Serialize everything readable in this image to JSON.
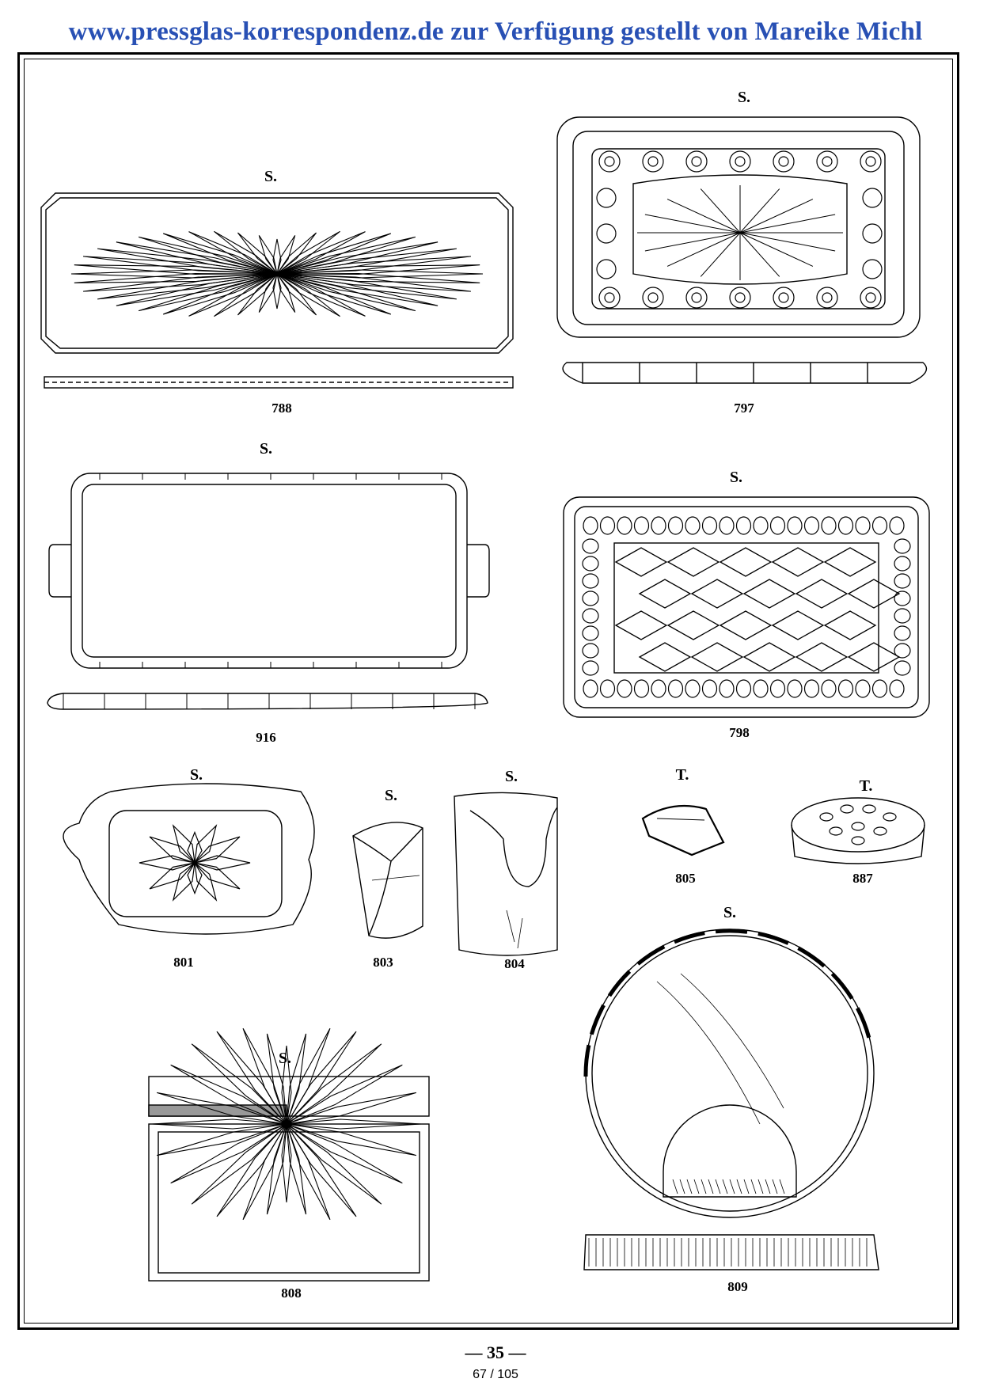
{
  "header": {
    "url_line": "www.pressglas-korrespondenz.de zur Verfügung gestellt von Mareike Michl"
  },
  "items": [
    {
      "number": "788",
      "mark": "S."
    },
    {
      "number": "797",
      "mark": "S."
    },
    {
      "number": "916",
      "mark": "S."
    },
    {
      "number": "798",
      "mark": "S."
    },
    {
      "number": "801",
      "mark": "S."
    },
    {
      "number": "803",
      "mark": "S."
    },
    {
      "number": "804",
      "mark": "S."
    },
    {
      "number": "805",
      "mark": "T."
    },
    {
      "number": "887",
      "mark": "T."
    },
    {
      "number": "808",
      "mark": "S."
    },
    {
      "number": "809",
      "mark": "S."
    }
  ],
  "footer": {
    "page_number": "— 35 —",
    "page_count": "67 / 105"
  }
}
